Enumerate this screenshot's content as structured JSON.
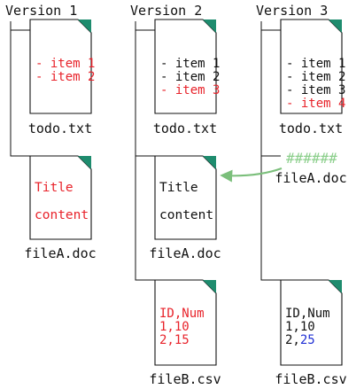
{
  "colors": {
    "black": "#111111",
    "red": "#e8232b",
    "blue": "#1f2fd4",
    "fold": "#1e8c6e",
    "arrow": "#7bbf7b",
    "hash": "#8ccf8c"
  },
  "versions": [
    {
      "title": "Version 1",
      "todo": {
        "name": "todo.txt",
        "lines": [
          {
            "text": "- item 1",
            "color": "red"
          },
          {
            "text": "- item 2",
            "color": "red"
          }
        ]
      },
      "fileA": {
        "name": "fileA.doc",
        "title": "Title",
        "title_color": "red",
        "content": "content",
        "content_color": "red"
      }
    },
    {
      "title": "Version 2",
      "todo": {
        "name": "todo.txt",
        "lines": [
          {
            "text": "- item 1",
            "color": "black"
          },
          {
            "text": "- item 2",
            "color": "black"
          },
          {
            "text": "- item 3",
            "color": "red"
          }
        ]
      },
      "fileA": {
        "name": "fileA.doc",
        "title": "Title",
        "title_color": "black",
        "content": "content",
        "content_color": "black"
      },
      "fileB": {
        "name": "fileB.csv",
        "line1": {
          "text": "ID,Num",
          "color": "red"
        },
        "line2": {
          "text": "1,10",
          "color": "red"
        },
        "line3": {
          "text": "2,15",
          "color": "red"
        }
      }
    },
    {
      "title": "Version 3",
      "todo": {
        "name": "todo.txt",
        "lines": [
          {
            "text": "- item 1",
            "color": "black"
          },
          {
            "text": "- item 2",
            "color": "black"
          },
          {
            "text": "- item 3",
            "color": "black"
          },
          {
            "text": "- item 4",
            "color": "red"
          }
        ]
      },
      "fileA_ref": {
        "name": "fileA.doc",
        "hash": "######",
        "arrow_target": "Version 2 fileA.doc"
      },
      "fileB": {
        "name": "fileB.csv",
        "line1": {
          "text": "ID,Num",
          "color": "black"
        },
        "line2": {
          "text": "1,10",
          "color": "black"
        },
        "line3_prefix": "2,",
        "line3_prefix_color": "black",
        "line3_value": "25",
        "line3_value_color": "blue"
      }
    }
  ]
}
